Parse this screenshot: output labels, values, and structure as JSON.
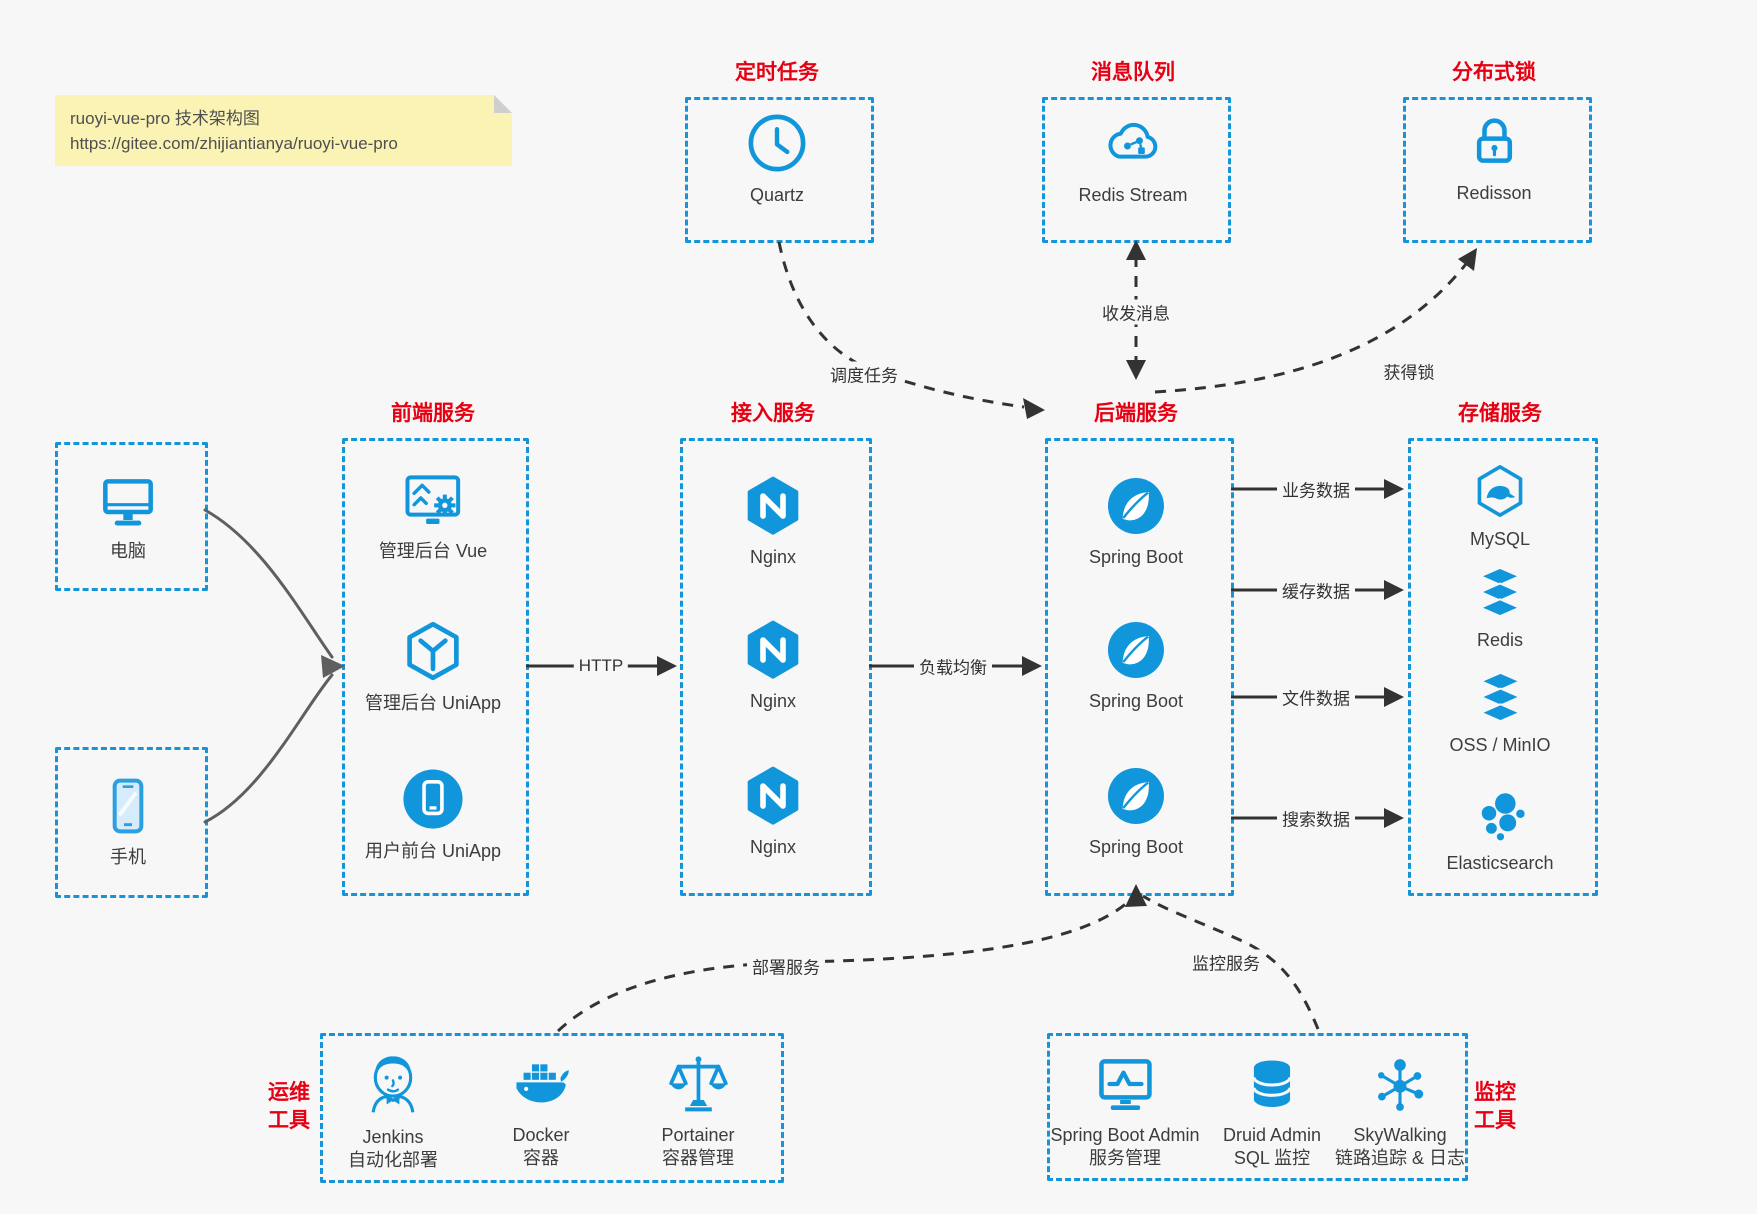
{
  "note": {
    "line1": "ruoyi-vue-pro 技术架构图",
    "line2": "https://gitee.com/zhijiantianya/ruoyi-vue-pro"
  },
  "top_services": [
    {
      "title": "定时任务",
      "label": "Quartz"
    },
    {
      "title": "消息队列",
      "label": "Redis Stream"
    },
    {
      "title": "分布式锁",
      "label": "Redisson"
    }
  ],
  "clients": [
    {
      "label": "电脑"
    },
    {
      "label": "手机"
    }
  ],
  "columns": [
    {
      "title": "前端服务",
      "items": [
        {
          "label": "管理后台 Vue"
        },
        {
          "label": "管理后台 UniApp"
        },
        {
          "label": "用户前台 UniApp"
        }
      ]
    },
    {
      "title": "接入服务",
      "items": [
        {
          "label": "Nginx"
        },
        {
          "label": "Nginx"
        },
        {
          "label": "Nginx"
        }
      ]
    },
    {
      "title": "后端服务",
      "items": [
        {
          "label": "Spring Boot"
        },
        {
          "label": "Spring Boot"
        },
        {
          "label": "Spring Boot"
        }
      ]
    },
    {
      "title": "存储服务",
      "items": [
        {
          "label": "MySQL"
        },
        {
          "label": "Redis"
        },
        {
          "label": "OSS / MinIO"
        },
        {
          "label": "Elasticsearch"
        }
      ]
    }
  ],
  "edges": {
    "http": "HTTP",
    "load_balance": "负载均衡",
    "dispatch": "调度任务",
    "message": "收发消息",
    "lock": "获得锁",
    "data": [
      "业务数据",
      "缓存数据",
      "文件数据",
      "搜索数据"
    ],
    "deploy": "部署服务",
    "monitor": "监控服务"
  },
  "ops_tools": {
    "badge_line1": "运维",
    "badge_line2": "工具",
    "items": [
      {
        "name": "Jenkins",
        "desc": "自动化部署"
      },
      {
        "name": "Docker",
        "desc": "容器"
      },
      {
        "name": "Portainer",
        "desc": "容器管理"
      }
    ]
  },
  "monitor_tools": {
    "badge_line1": "监控",
    "badge_line2": "工具",
    "items": [
      {
        "name": "Spring Boot Admin",
        "desc": "服务管理"
      },
      {
        "name": "Druid Admin",
        "desc": "SQL 监控"
      },
      {
        "name": "SkyWalking",
        "desc": "链路追踪 & 日志"
      }
    ]
  },
  "colors": {
    "accent_blue": "#1296db",
    "border_blue": "#1495da",
    "title_red": "#e60012",
    "note_yellow": "#faf3b4"
  }
}
